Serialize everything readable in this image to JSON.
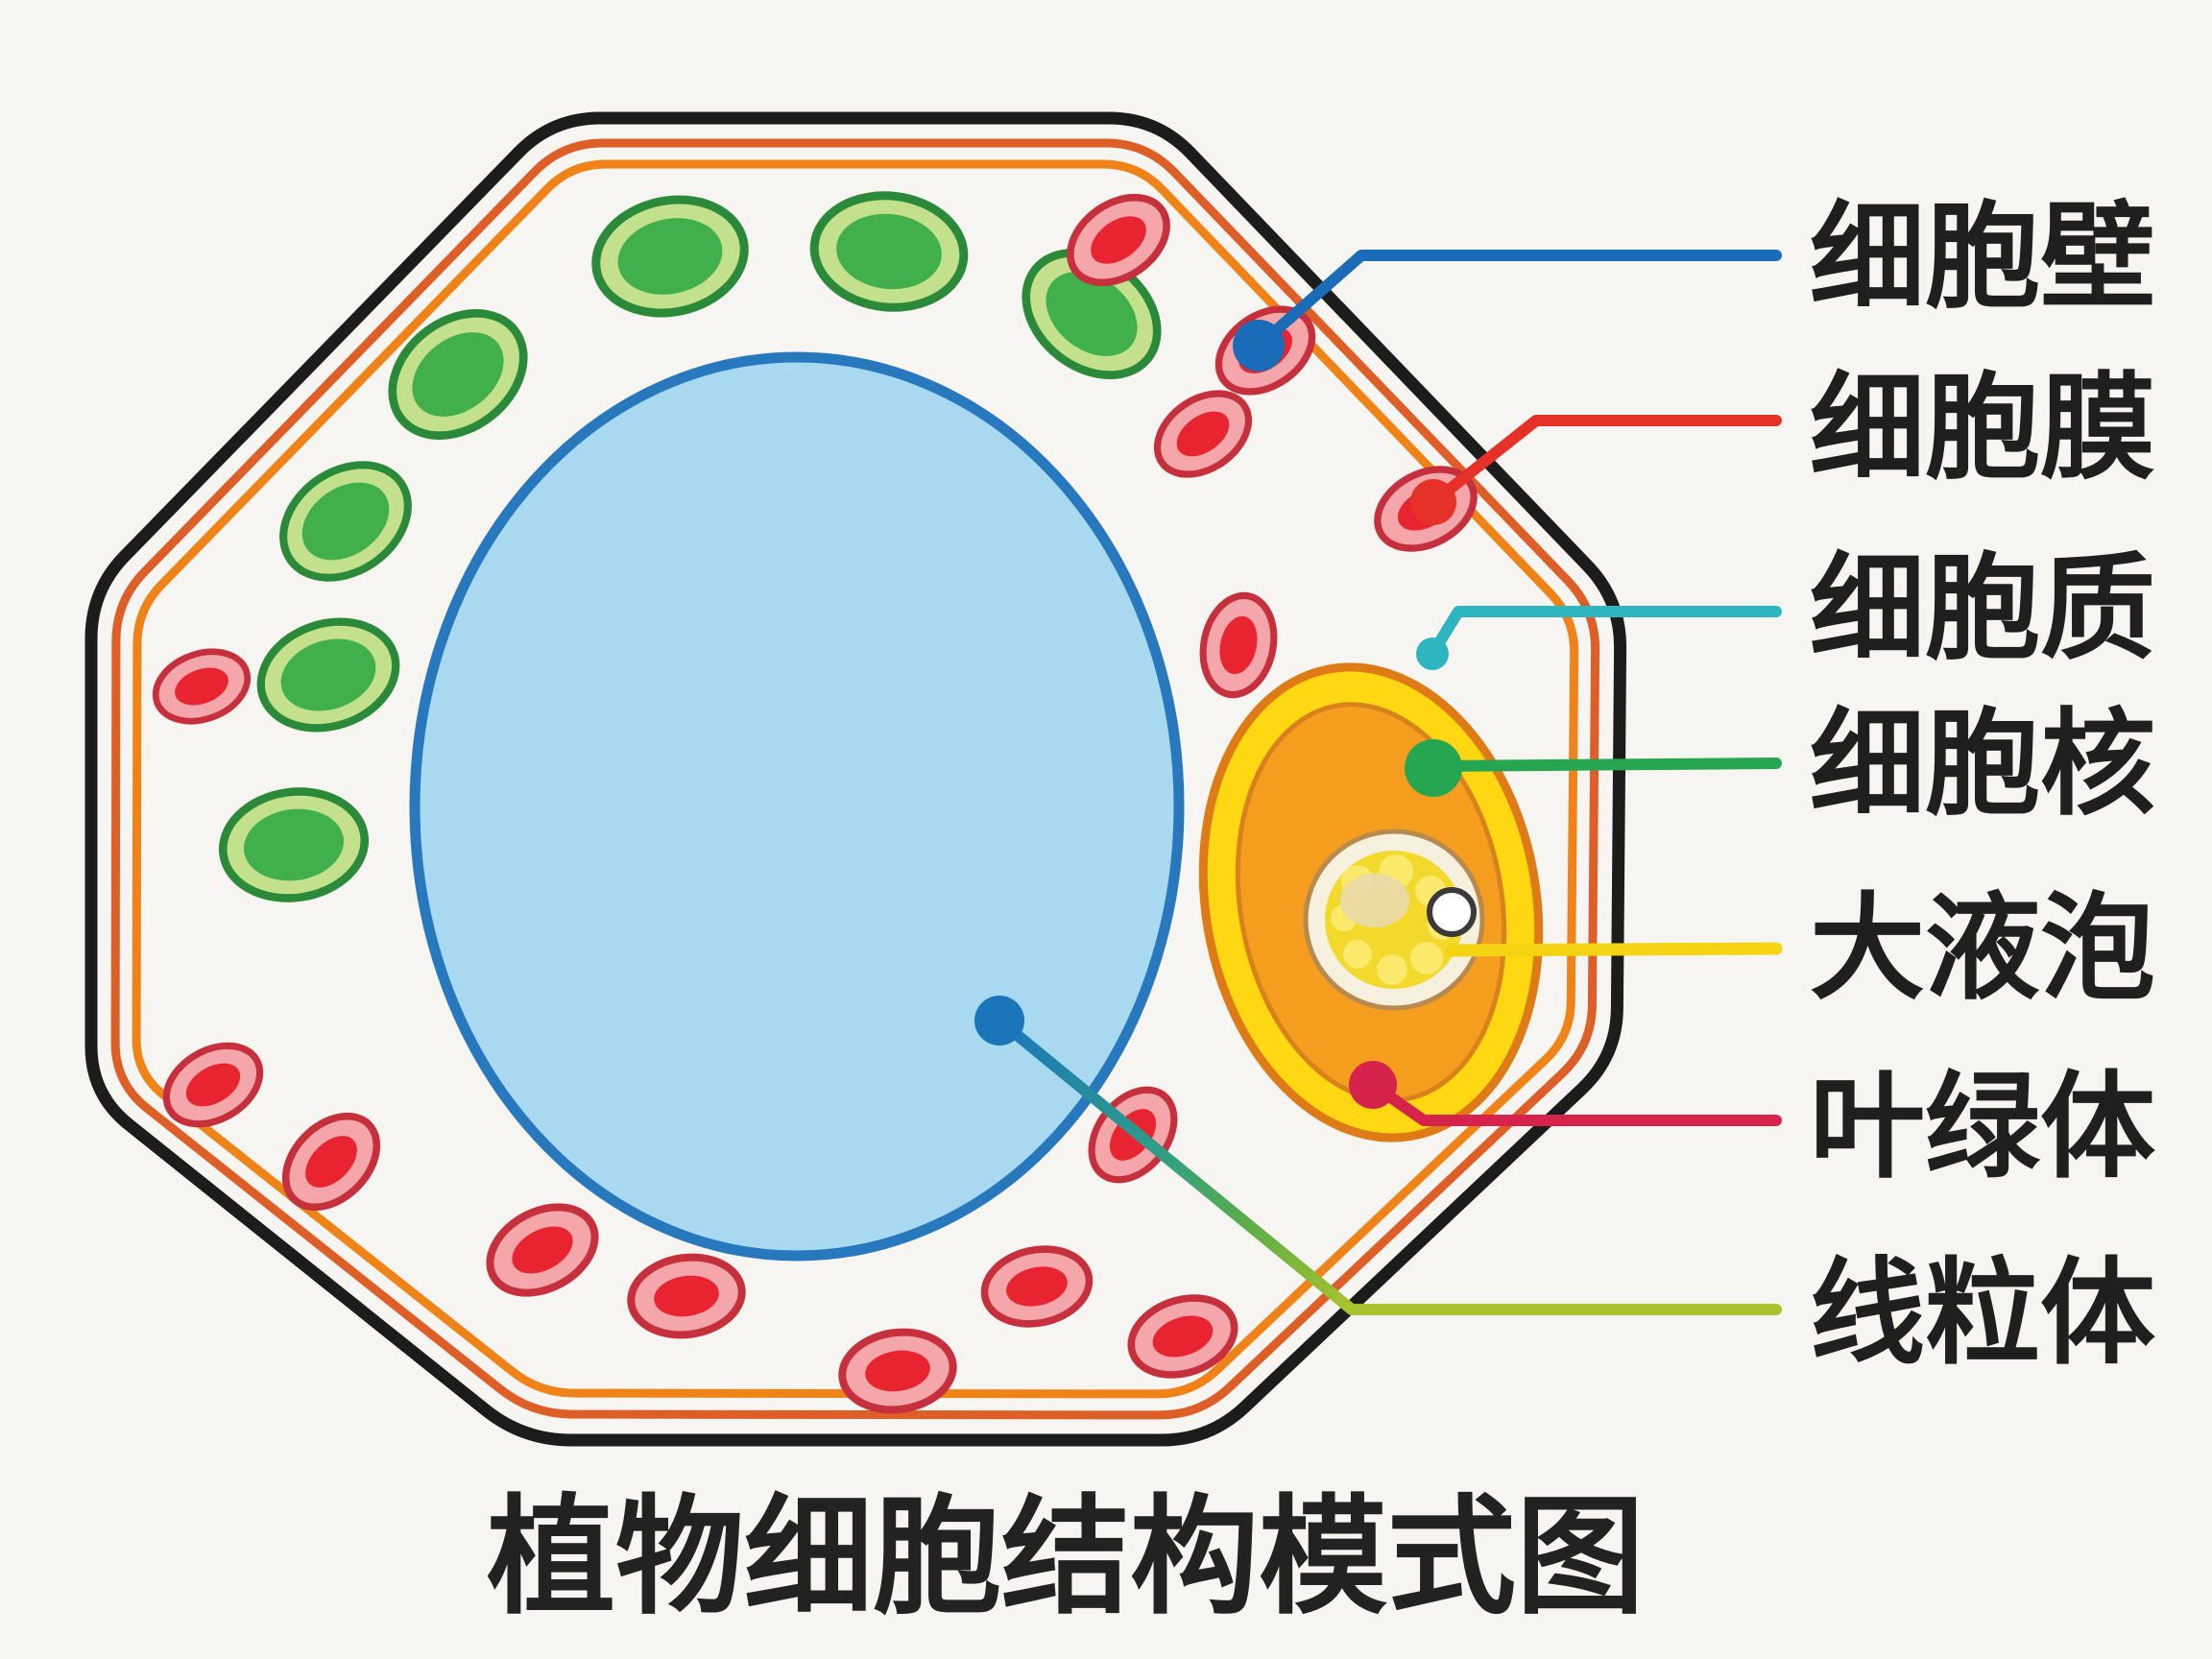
{
  "diagram": {
    "title": "植物细胞结构模式图"
  },
  "labels": [
    {
      "id": "cell-wall",
      "text": "细胞壁",
      "color": "#1B6CB8"
    },
    {
      "id": "cell-membrane",
      "text": "细胞膜",
      "color": "#E63128"
    },
    {
      "id": "cytoplasm",
      "text": "细胞质",
      "color": "#2EB6C0"
    },
    {
      "id": "nucleus",
      "text": "细胞核",
      "color": "#27A651"
    },
    {
      "id": "vacuole",
      "text": "大液泡",
      "color": "#F4D313"
    },
    {
      "id": "chloroplast",
      "text": "叶绿体",
      "color": "#D6234B"
    },
    {
      "id": "mitochondrion",
      "text": "线粒体",
      "color": "#A8C32F"
    }
  ],
  "palette": {
    "background": "#F7F5F1",
    "cell_wall_line": "#1C1C1C",
    "membrane_line_outer": "#DE5E28",
    "membrane_line_inner": "#EF8318",
    "vacuole_fill": "#A9D9F1",
    "vacuole_stroke": "#2878BE",
    "nucleus_ring_yellow": "#FFD813",
    "nucleus_fill": "#F59D1E",
    "nucleus_stroke": "#DF7B16",
    "nucleolus_band": "#F6F0DE",
    "nucleolus_fill": "#F3D92B",
    "nucleolus_bubble": "#FAE96A",
    "chloroplast_outline": "#2B8A3A",
    "chloroplast_band": "#C3E08C",
    "chloroplast_fill": "#41AF4C",
    "mitochondrion_outline": "#C5303C",
    "mitochondrion_band": "#F4A6AA",
    "mitochondrion_fill": "#E7242F",
    "mitochondrion_line_start": "#1B75BB",
    "label_text": "#1F1F1F",
    "title_text": "#222222"
  }
}
